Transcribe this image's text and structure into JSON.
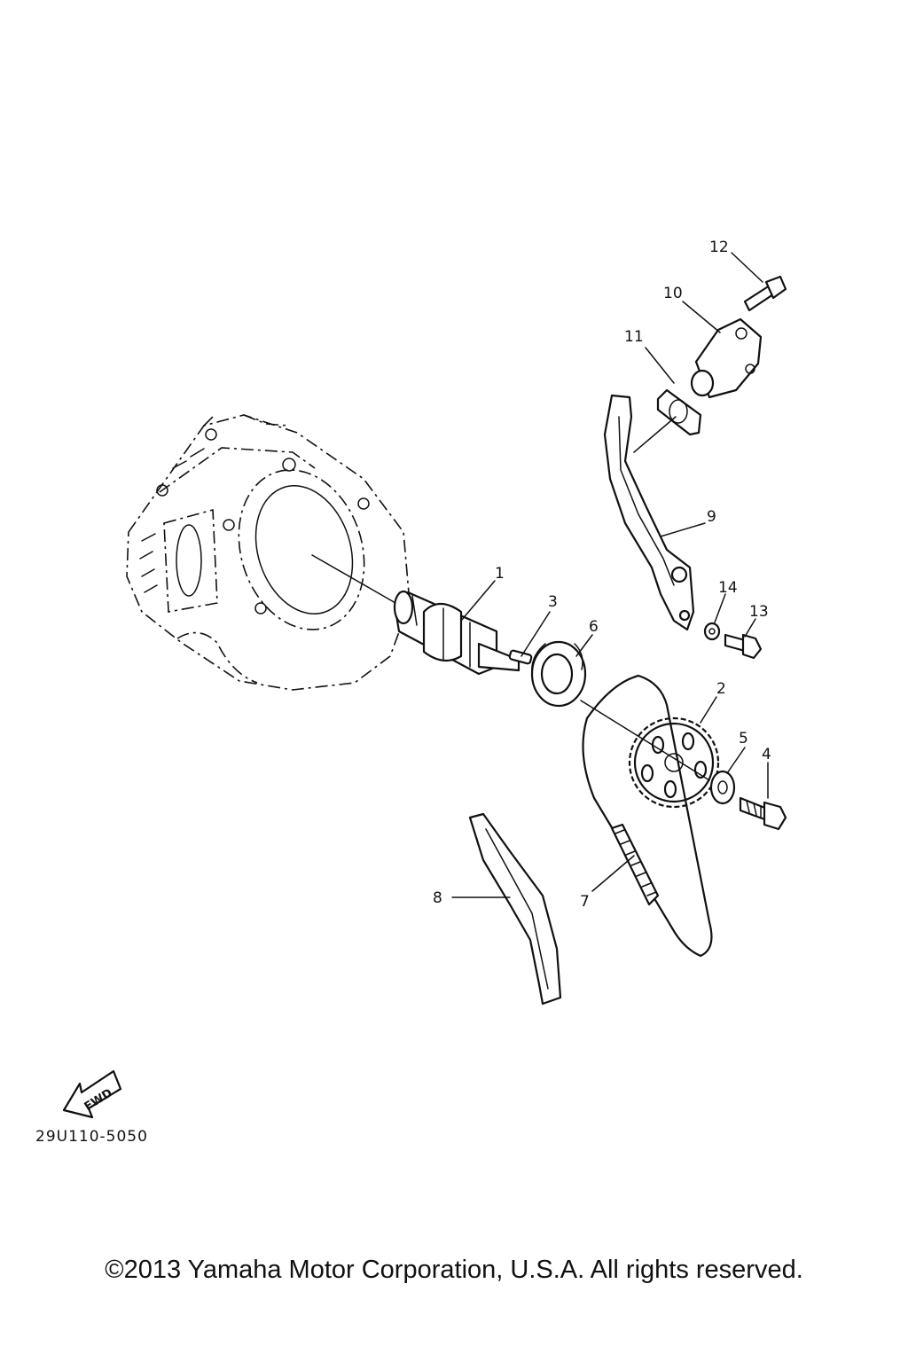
{
  "callouts": {
    "c1": "1",
    "c2": "2",
    "c3": "3",
    "c4": "4",
    "c5": "5",
    "c6": "6",
    "c7": "7",
    "c8": "8",
    "c9": "9",
    "c10": "10",
    "c11": "11",
    "c12": "12",
    "c13": "13",
    "c14": "14"
  },
  "fwd_label": "FWD",
  "diagram_code": "29U110-5050",
  "copyright": "©2013 Yamaha Motor Corporation, U.S.A. All rights reserved."
}
